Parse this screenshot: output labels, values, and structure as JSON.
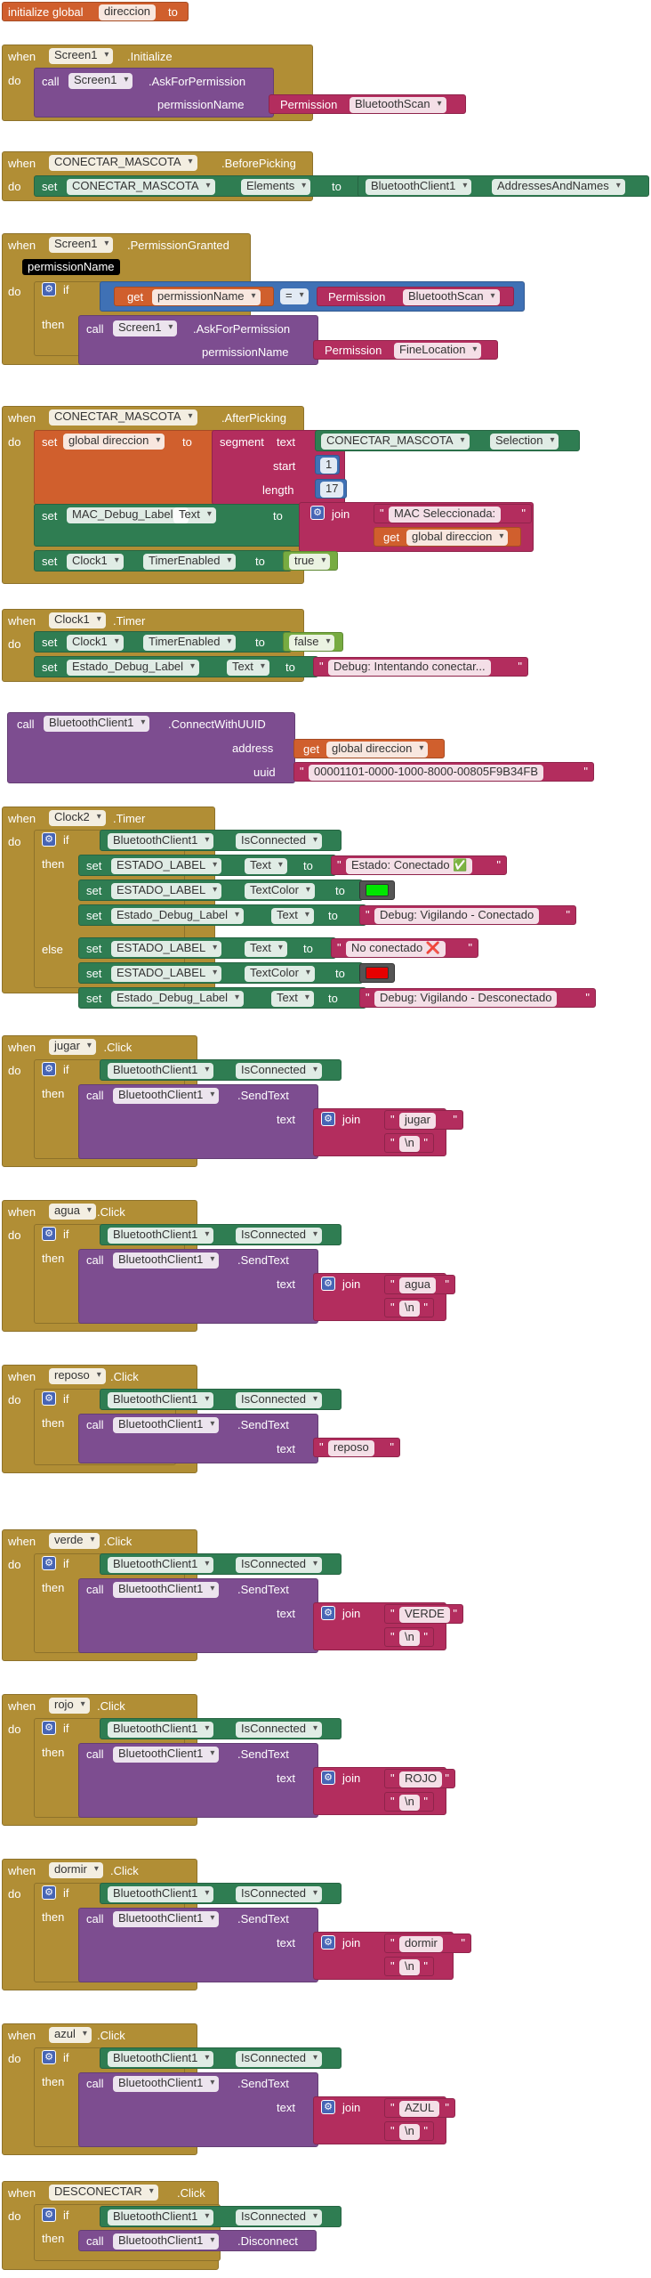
{
  "kw": {
    "when": "when",
    "do": "do",
    "then": "then",
    "else": "else",
    "call": "call",
    "set": "set",
    "to": "to",
    "get": "get",
    "if": "if",
    "join": "join",
    "initialize_global": "initialize global",
    "text": "text",
    "start": "start",
    "length": "length",
    "segment": "segment",
    "address": "address",
    "uuid": "uuid",
    "permission": "Permission",
    "permissionName": "permissionName",
    "true": "true",
    "false": "false"
  },
  "init": {
    "name": "direccion"
  },
  "b1": {
    "component": "Screen1",
    "event": ".Initialize",
    "method": ".AskForPermission",
    "perm": "BluetoothScan"
  },
  "b2": {
    "component": "CONECTAR_MASCOTA",
    "event": ".BeforePicking",
    "prop": "Elements",
    "src": "BluetoothClient1",
    "src_prop": "AddressesAndNames"
  },
  "b3": {
    "component": "Screen1",
    "event": ".PermissionGranted",
    "param": "permissionName",
    "op": "=",
    "perm1": "BluetoothScan",
    "method": ".AskForPermission",
    "perm2": "FineLocation"
  },
  "b4": {
    "component": "CONECTAR_MASCOTA",
    "event": ".AfterPicking",
    "var": "global direccion",
    "sel_comp": "CONECTAR_MASCOTA",
    "sel_prop": "Selection",
    "start": "1",
    "length": "17",
    "label_comp": "MAC_Debug_Label",
    "label_prop": "Text",
    "mac_text": "MAC Seleccionada: ",
    "timer_comp": "Clock1",
    "timer_prop": "TimerEnabled"
  },
  "b5": {
    "component": "Clock1",
    "event": ".Timer",
    "timer_prop": "TimerEnabled",
    "dbg_comp": "Estado_Debug_Label",
    "dbg_prop": "Text",
    "dbg_text": "Debug: Intentando conectar..."
  },
  "b6": {
    "component": "BluetoothClient1",
    "method": ".ConnectWithUUID",
    "var": "global direccion",
    "uuid_val": "00001101-0000-1000-8000-00805F9B34FB"
  },
  "b7": {
    "component": "Clock2",
    "event": ".Timer",
    "bt": "BluetoothClient1",
    "is_conn": "IsConnected",
    "lbl": "ESTADO_LABEL",
    "p_text": "Text",
    "p_color": "TextColor",
    "dbg": "Estado_Debug_Label",
    "txt_ok": "Estado: Conectado ✅",
    "txt_dbg_ok": "Debug: Vigilando - Conectado",
    "txt_no": "No conectado ❌",
    "txt_dbg_no": "Debug: Vigilando - Desconectado",
    "color_ok": "#00e600",
    "color_no": "#e60000"
  },
  "clicks": [
    {
      "btn": "jugar",
      "text": "jugar",
      "nl": "\\n"
    },
    {
      "btn": "agua",
      "text": "agua",
      "nl": "\\n"
    },
    {
      "btn": "reposo",
      "text": "reposo"
    },
    {
      "btn": "verde",
      "text": "VERDE",
      "nl": "\\n"
    },
    {
      "btn": "rojo",
      "text": "ROJO",
      "nl": "\\n"
    },
    {
      "btn": "dormir",
      "text": "dormir",
      "nl": "\\n"
    },
    {
      "btn": "azul",
      "text": "AZUL",
      "nl": "\\n"
    }
  ],
  "click_common": {
    "event": ".Click",
    "bt": "BluetoothClient1",
    "is_conn": "IsConnected",
    "method": ".SendText"
  },
  "disc": {
    "btn": "DESCONECTAR",
    "event": ".Click",
    "bt": "BluetoothClient1",
    "is_conn": "IsConnected",
    "method": ".Disconnect"
  }
}
